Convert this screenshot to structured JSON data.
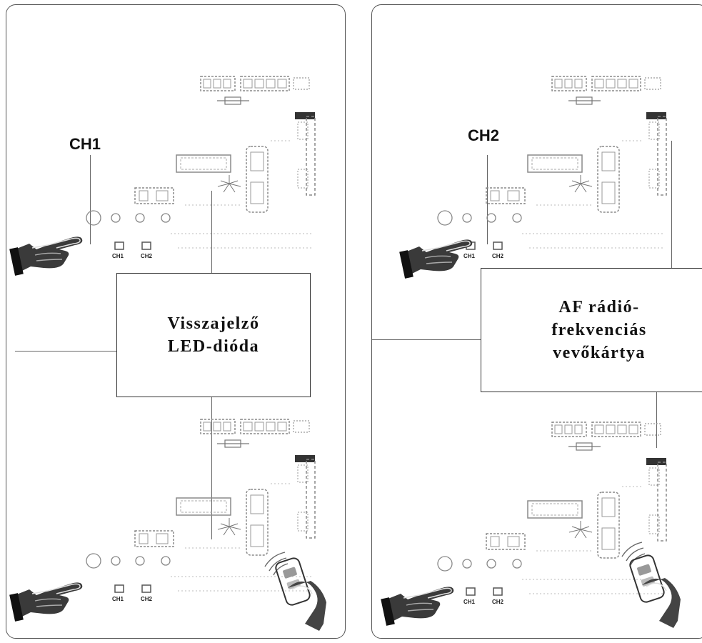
{
  "panels": [
    {
      "channel_label": "CH1",
      "callout_text": "Visszajelző\nLED-dióda"
    },
    {
      "channel_label": "CH2",
      "callout_text": "AF rádió-\nfrekvenciás\nvevőkártya"
    }
  ],
  "button_labels": {
    "ch1": "CH1",
    "ch2": "CH2"
  },
  "colors": {
    "line": "#444444",
    "border": "#555555",
    "board": "#8a8a8a",
    "hand": "#2a2a2a"
  },
  "icons": [
    "pointing-hand-icon",
    "remote-control-icon",
    "radio-wave-icon",
    "led-flash-icon"
  ]
}
